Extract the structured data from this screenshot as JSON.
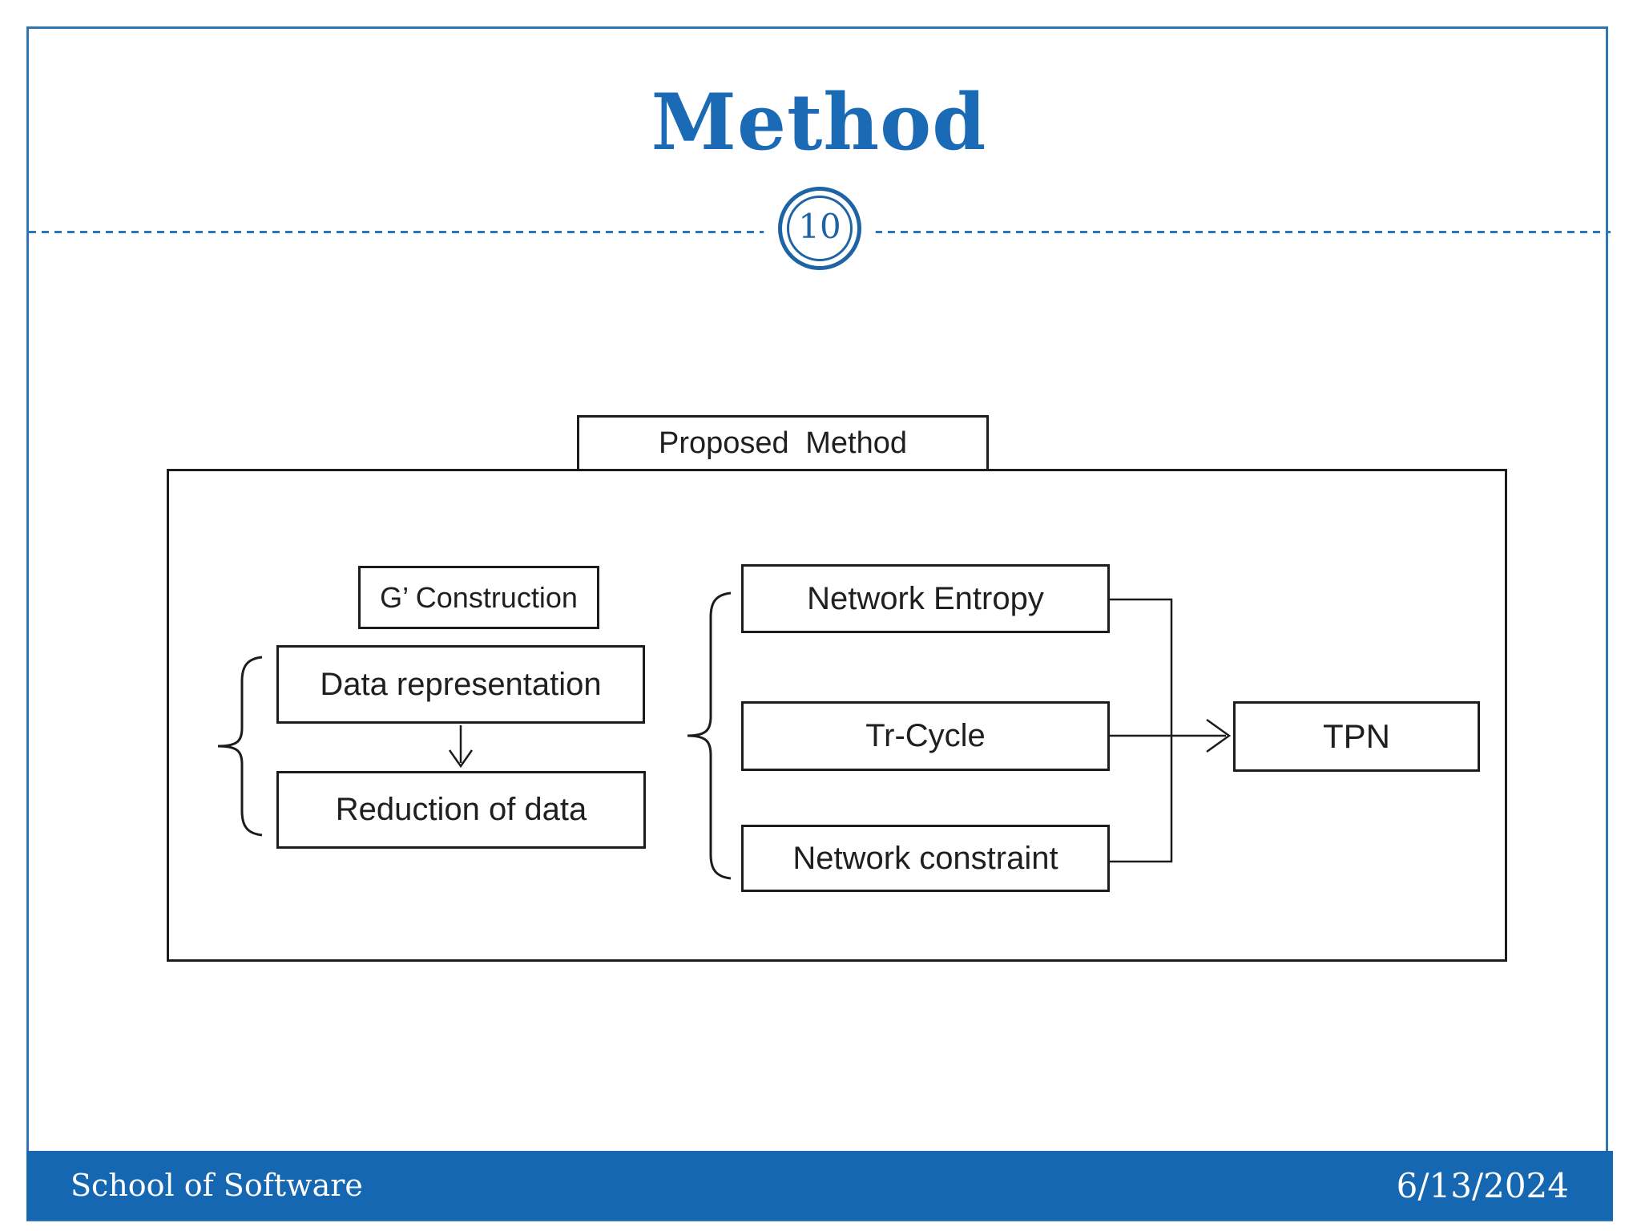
{
  "slide": {
    "title": "Method",
    "page_number": "10",
    "footer": {
      "school": "School of Software",
      "date": "6/13/2024"
    },
    "colors": {
      "accent_blue": "#1B6AB5",
      "frame_blue": "#2E75B6",
      "circle_blue": "#1E63A4",
      "footer_bar_blue": "#1667B1",
      "diagram_line": "#1c1c1c"
    }
  },
  "diagram": {
    "proposed_method_label": "Proposed Method",
    "left_group": {
      "header": "G’ Construction",
      "steps": [
        "Data representation",
        "Reduction of data"
      ]
    },
    "middle_group": {
      "items": [
        "Network Entropy",
        "Tr-Cycle",
        "Network constraint"
      ]
    },
    "output": "TPN"
  }
}
